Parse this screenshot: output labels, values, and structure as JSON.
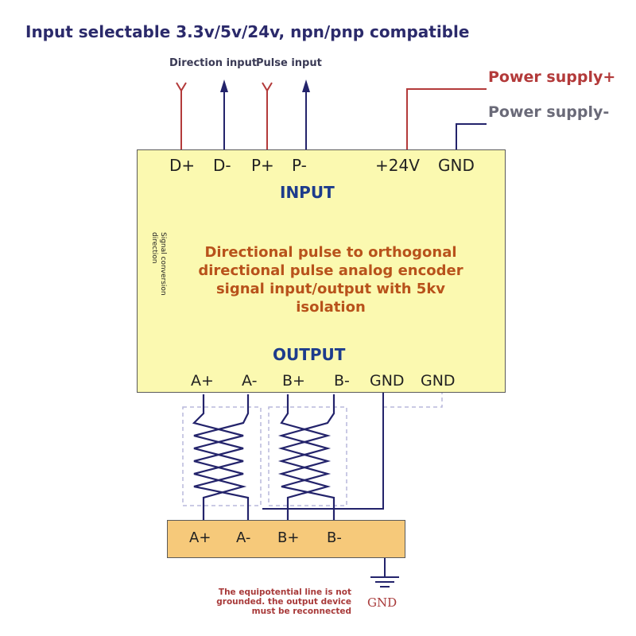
{
  "title": "Input selectable 3.3v/5v/24v, npn/pnp compatible",
  "labels": {
    "direction_input": "Direction input",
    "pulse_input": "Pulse input",
    "power_plus": "Power supply+",
    "power_minus": "Power supply-"
  },
  "module": {
    "input_pins": [
      "D+",
      "D-",
      "P+",
      "P-",
      "+24V",
      "GND"
    ],
    "input_heading": "INPUT",
    "signal_direction": "Signal conversion direction",
    "description": "Directional pulse to orthogonal directional pulse analog encoder signal input/output with 5kv isolation",
    "output_heading": "OUTPUT",
    "output_pins": [
      "A+",
      "A-",
      "B+",
      "B-",
      "GND",
      "GND"
    ]
  },
  "target_device": {
    "pins": [
      "A+",
      "A-",
      "B+",
      "B-"
    ]
  },
  "note": "The equipotential line is not grounded. the output device must be reconnected",
  "ground_label": "GND",
  "colors": {
    "input_arrow_red": "#b33a3a",
    "input_arrow_blue": "#23236b",
    "module_fill": "#fbf9b0",
    "target_fill": "#f6c97a",
    "flow_arrow": "#22b24c",
    "heading_blue": "#1d3c8c",
    "description_orange": "#b8521b"
  }
}
